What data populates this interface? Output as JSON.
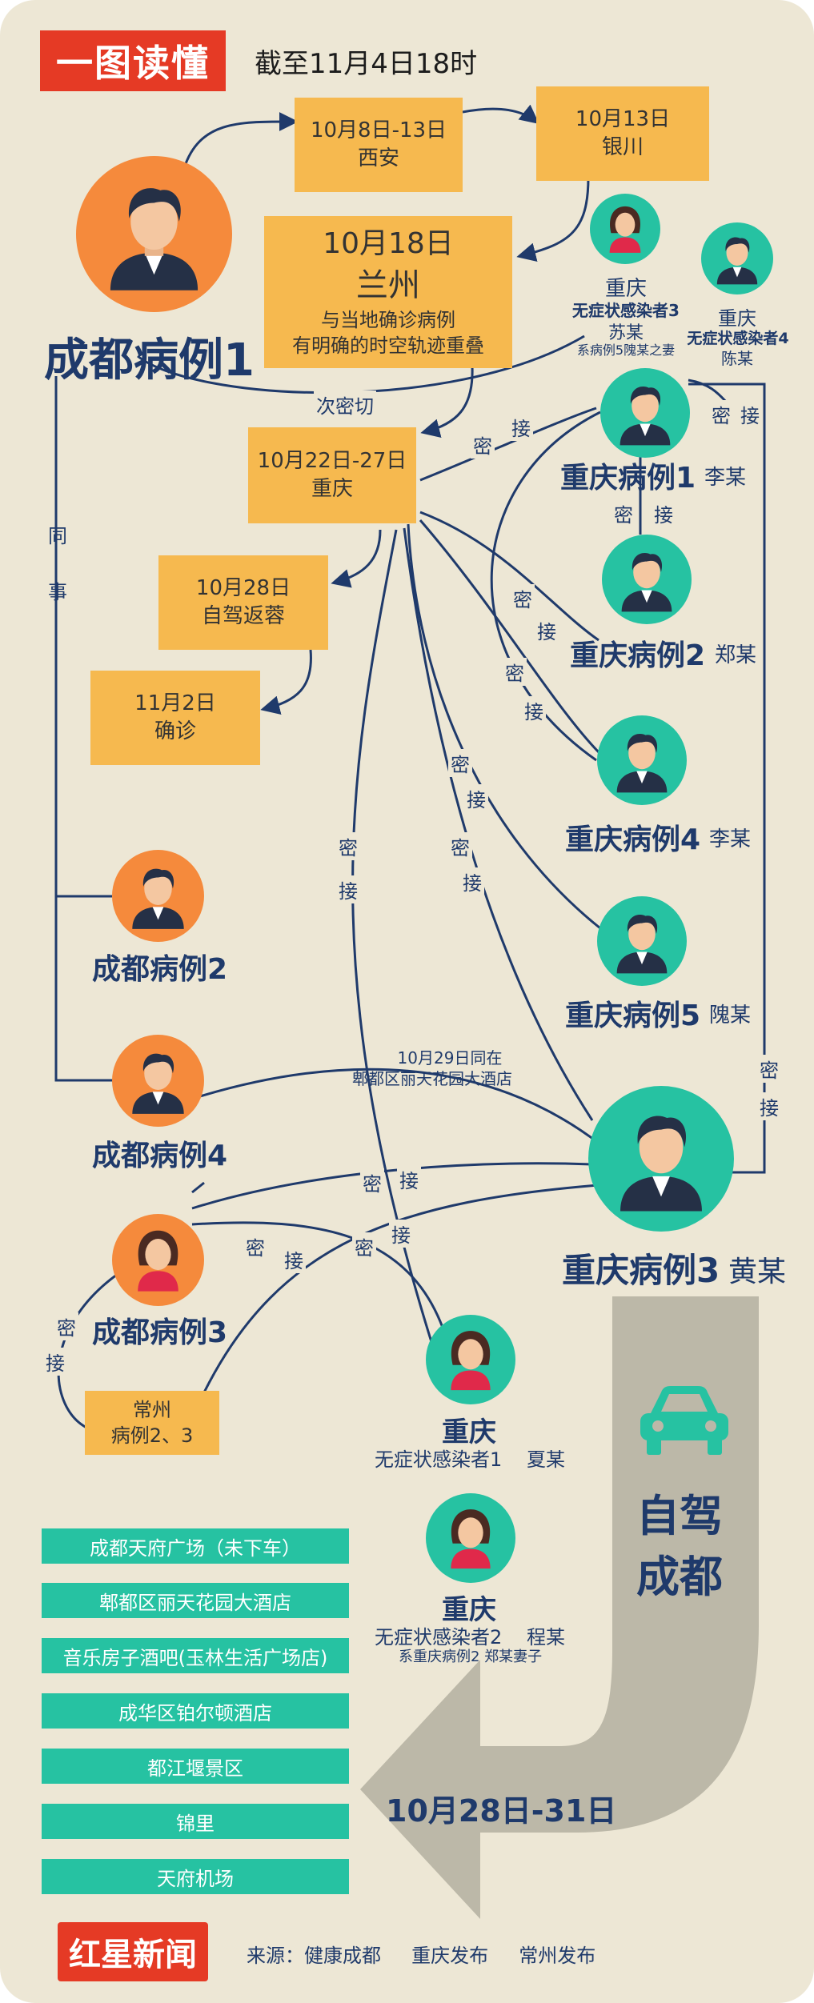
{
  "header": {
    "tag": "一图读懂",
    "date": "截至11月4日18时"
  },
  "timeline": {
    "xian_date": "10月8日-13日",
    "xian_place": "西安",
    "yinchuan_date": "10月13日",
    "yinchuan_place": "银川",
    "lanzhou_date": "10月18日",
    "lanzhou_place": "兰州",
    "lanzhou_note1": "与当地确诊病例",
    "lanzhou_note2": "有明确的时空轨迹重叠",
    "chongqing_date": "10月22日-27日",
    "chongqing_place": "重庆",
    "return_date": "10月28日",
    "return_text": "自驾返蓉",
    "confirm_date": "11月2日",
    "confirm_text": "确诊"
  },
  "cases": {
    "cd1": "成都病例1",
    "cd2": "成都病例2",
    "cd3": "成都病例3",
    "cd4": "成都病例4",
    "cq1": "重庆病例1",
    "cq1_person": "李某",
    "cq2": "重庆病例2",
    "cq2_person": "郑某",
    "cq4": "重庆病例4",
    "cq4_person": "李某",
    "cq5": "重庆病例5",
    "cq5_person": "隗某",
    "cq3": "重庆病例3",
    "cq3_person": "黄某",
    "asym3_city": "重庆",
    "asym3_title": "无症状感染者3",
    "asym3_person": "苏某",
    "asym3_note": "系病例5隗某之妻",
    "asym4_city": "重庆",
    "asym4_title": "无症状感染者4",
    "asym4_person": "陈某",
    "asym1_city": "重庆",
    "asym1_title": "无症状感染者1",
    "asym1_person": "夏某",
    "asym2_city": "重庆",
    "asym2_title": "无症状感染者2",
    "asym2_person": "程某",
    "asym2_note": "系重庆病例2  郑某妻子",
    "changzhou_line1": "常州",
    "changzhou_line2": "病例2、3"
  },
  "edges": {
    "close_secondary": "次密切",
    "colleague_1": "同",
    "colleague_2": "事",
    "close_1": "密",
    "close_2": "接",
    "hotel_date": "10月29日同在",
    "hotel_name": "郫都区丽天花园大酒店"
  },
  "drive": {
    "line1": "自驾",
    "line2": "成都",
    "dates": "10月28日-31日"
  },
  "places": [
    "成都天府广场（未下车）",
    "郫都区丽天花园大酒店",
    "音乐房子酒吧(玉林生活广场店)",
    "成华区铂尔顿酒店",
    "都江堰景区",
    "锦里",
    "天府机场"
  ],
  "footer": {
    "logo": "红星新闻",
    "source": "来源：健康成都     重庆发布     常州发布"
  },
  "colors": {
    "accent_red": "#e53a25",
    "box_orange": "#f6b94f",
    "chengdu_orange": "#f58a3c",
    "chongqing_teal": "#26c2a2",
    "navy": "#1f3a6b",
    "background": "#ede7d5"
  }
}
